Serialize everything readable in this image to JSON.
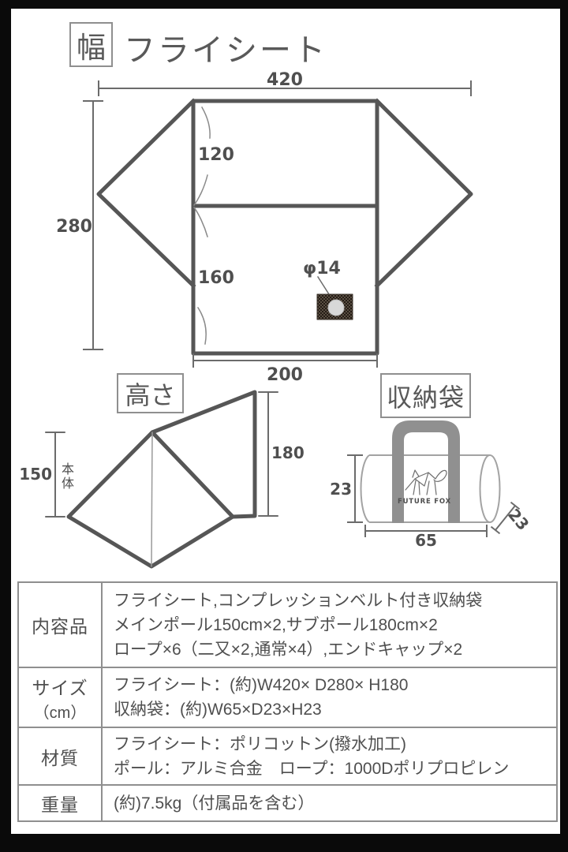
{
  "flysheet": {
    "tag": "幅",
    "title": "フライシート",
    "dim_total_width": "420",
    "dim_upper_depth": "120",
    "dim_total_depth": "280",
    "dim_lower_depth": "160",
    "dim_bottom_width": "200",
    "vent_label": "φ14"
  },
  "height": {
    "tag": "高さ",
    "main_label": "本体",
    "dim_main": "150",
    "dim_sub": "180"
  },
  "bag": {
    "tag": "収納袋",
    "brand": "FUTURE FOX",
    "dim_height": "23",
    "dim_length": "65",
    "dim_depth": "23"
  },
  "spec_table": {
    "rows": [
      {
        "label": "内容品",
        "lines": [
          "フライシート,コンプレッションベルト付き収納袋",
          "メインポール150cm×2,サブポール180cm×2",
          "ロープ×6（二又×2,通常×4）,エンドキャップ×2"
        ]
      },
      {
        "label": "サイズ",
        "label2": "（cm）",
        "lines": [
          "フライシート：(約)W420× D280× H180",
          "収納袋：(約)W65×D23×H23"
        ]
      },
      {
        "label": "材質",
        "lines": [
          "フライシート：ポリコットン(撥水加工)",
          "ポール：アルミ合金　ロープ：1000Dポリプロピレン"
        ]
      },
      {
        "label": "重量",
        "lines": [
          "(約)7.5kg（付属品を含む）"
        ]
      }
    ]
  }
}
